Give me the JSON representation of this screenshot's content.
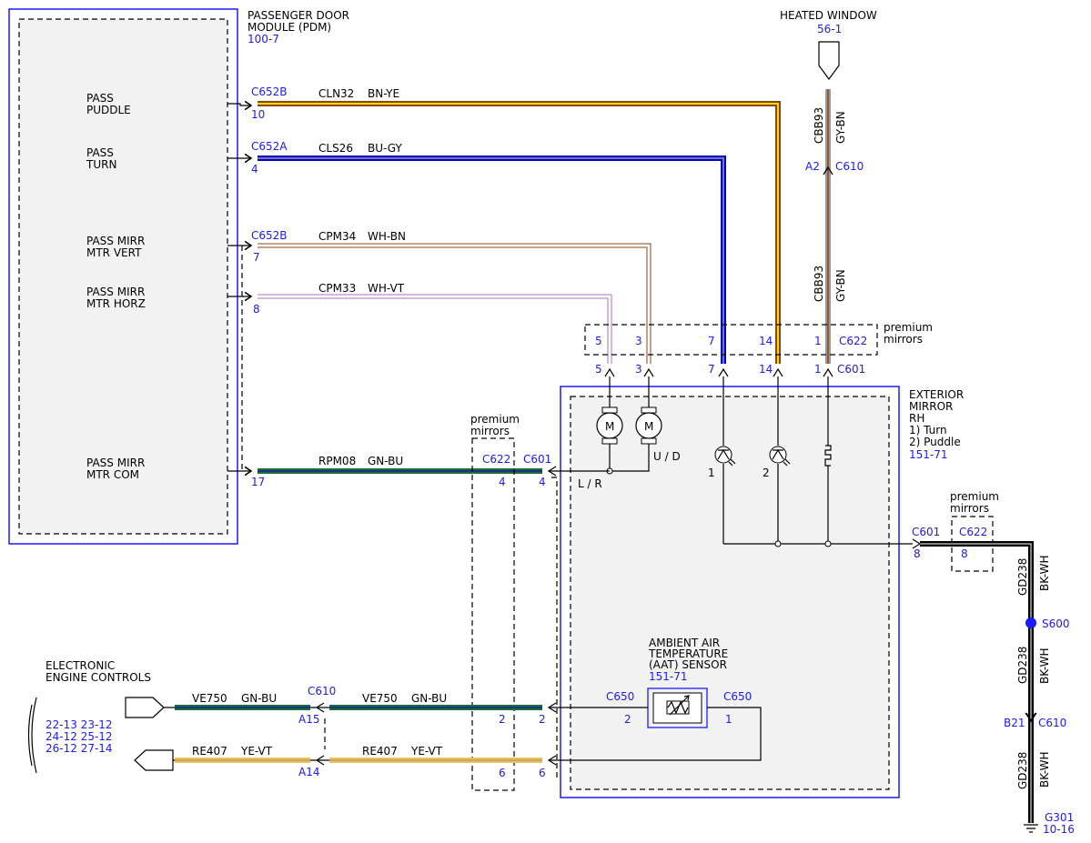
{
  "pdm": {
    "title": [
      "PASSENGER DOOR",
      "MODULE (PDM)"
    ],
    "ref": "100-7",
    "pins": [
      {
        "label": [
          "PASS",
          "PUDDLE"
        ],
        "connector": "C652B",
        "pin": "10",
        "circuit": "CLN32",
        "color": "BN-YE"
      },
      {
        "label": [
          "PASS",
          "TURN"
        ],
        "connector": "C652A",
        "pin": "4",
        "circuit": "CLS26",
        "color": "BU-GY"
      },
      {
        "label": [
          "PASS MIRR",
          "MTR VERT"
        ],
        "connector": "C652B",
        "pin": "7",
        "circuit": "CPM34",
        "color": "WH-BN"
      },
      {
        "label": [
          "PASS MIRR",
          "MTR HORZ"
        ],
        "connector": "",
        "pin": "8",
        "circuit": "CPM33",
        "color": "WH-VT"
      },
      {
        "label": [
          "PASS MIRR",
          "MTR COM"
        ],
        "connector": "",
        "pin": "17",
        "circuit": "RPM08",
        "color": "GN-BU"
      }
    ]
  },
  "heated_window": {
    "title": "HEATED WINDOW",
    "ref": "56-1",
    "circuit": "CBB93",
    "color": "GY-BN",
    "pin": "A2",
    "connector": "C610"
  },
  "premium_top": {
    "label": [
      "premium",
      "mirrors"
    ],
    "connector": "C622",
    "pins": [
      "5",
      "3",
      "7",
      "14",
      "1"
    ]
  },
  "c601_top": {
    "connector": "C601",
    "pins": [
      "5",
      "3",
      "7",
      "14",
      "1"
    ]
  },
  "mirror": {
    "title": [
      "EXTERIOR",
      "MIRROR",
      "RH",
      "1) Turn",
      "2) Puddle"
    ],
    "ref": "151-71",
    "motor": "M",
    "ud": "U / D",
    "lr": "L / R",
    "lamp1": "1",
    "lamp2": "2"
  },
  "premium_mid": {
    "label": [
      "premium",
      "mirrors"
    ],
    "c622": "C622",
    "c601": "C601",
    "pin_a": "4",
    "pin_b": "4",
    "pin_c": "2",
    "pin_d": "2",
    "pin_e": "6",
    "pin_f": "6"
  },
  "aat": {
    "title": [
      "AMBIENT AIR",
      "TEMPERATURE",
      "(AAT) SENSOR"
    ],
    "ref": "151-71",
    "conn_l": "C650",
    "conn_r": "C650",
    "pin_l": "2",
    "pin_r": "1"
  },
  "eec": {
    "title": [
      "ELECTRONIC",
      "ENGINE CONTROLS"
    ],
    "refs": [
      "22-13  23-12",
      "24-12  25-12",
      "26-12  27-14"
    ]
  },
  "lower_wires": [
    {
      "circuit": "VE750",
      "color": "GN-BU",
      "connector": "C610",
      "pin": "A15"
    },
    {
      "circuit": "RE407",
      "color": "YE-VT",
      "connector": "",
      "pin": "A14"
    }
  ],
  "ground": {
    "c601": "C601",
    "c601_pin": "8",
    "premium": [
      "premium",
      "mirrors"
    ],
    "c622": "C622",
    "c622_pin": "8",
    "circuit": "GD238",
    "color": "BK-WH",
    "splice": "S600",
    "b21": "B21",
    "c610": "C610",
    "g301": "G301",
    "g301_ref": "10-16"
  },
  "colors": {
    "accent": "#1a1aff",
    "bn": "#8b4513",
    "ye": "#ffd700",
    "bu": "#0000cc",
    "gy": "#9a9a9a",
    "wh": "#ffffff",
    "gn": "#1f6b3a",
    "vt": "#b070c0",
    "bk": "#000000"
  }
}
